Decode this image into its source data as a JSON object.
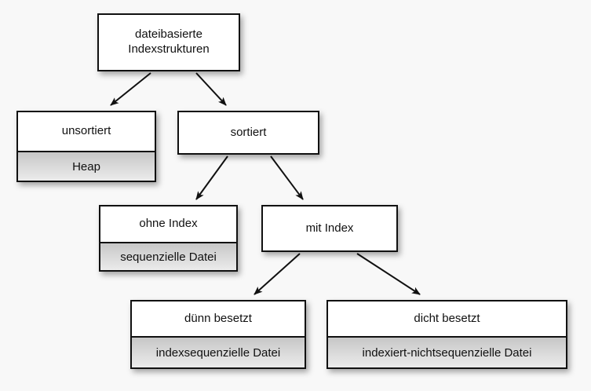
{
  "diagram": {
    "title": "dateibasierte Indexstrukturen",
    "background_color": "#f8f8f8",
    "border_color": "#111111",
    "node_fill": "#ffffff",
    "sub_fill": "#d6d6d6",
    "nodes": {
      "root": {
        "title": "dateibasierte\nIndexstrukturen",
        "sub": ""
      },
      "unsorted": {
        "title": "unsortiert",
        "sub": "Heap"
      },
      "sorted": {
        "title": "sortiert",
        "sub": ""
      },
      "noindex": {
        "title": "ohne Index",
        "sub": "sequenzielle Datei"
      },
      "withindex": {
        "title": "mit Index",
        "sub": ""
      },
      "sparse": {
        "title": "dünn besetzt",
        "sub": "indexsequenzielle Datei"
      },
      "dense": {
        "title": "dicht besetzt",
        "sub": "indexiert-nichtsequenzielle Datei"
      }
    },
    "edges": [
      {
        "from": "root",
        "to": "unsorted"
      },
      {
        "from": "root",
        "to": "sorted"
      },
      {
        "from": "sorted",
        "to": "noindex"
      },
      {
        "from": "sorted",
        "to": "withindex"
      },
      {
        "from": "withindex",
        "to": "sparse"
      },
      {
        "from": "withindex",
        "to": "dense"
      }
    ]
  }
}
